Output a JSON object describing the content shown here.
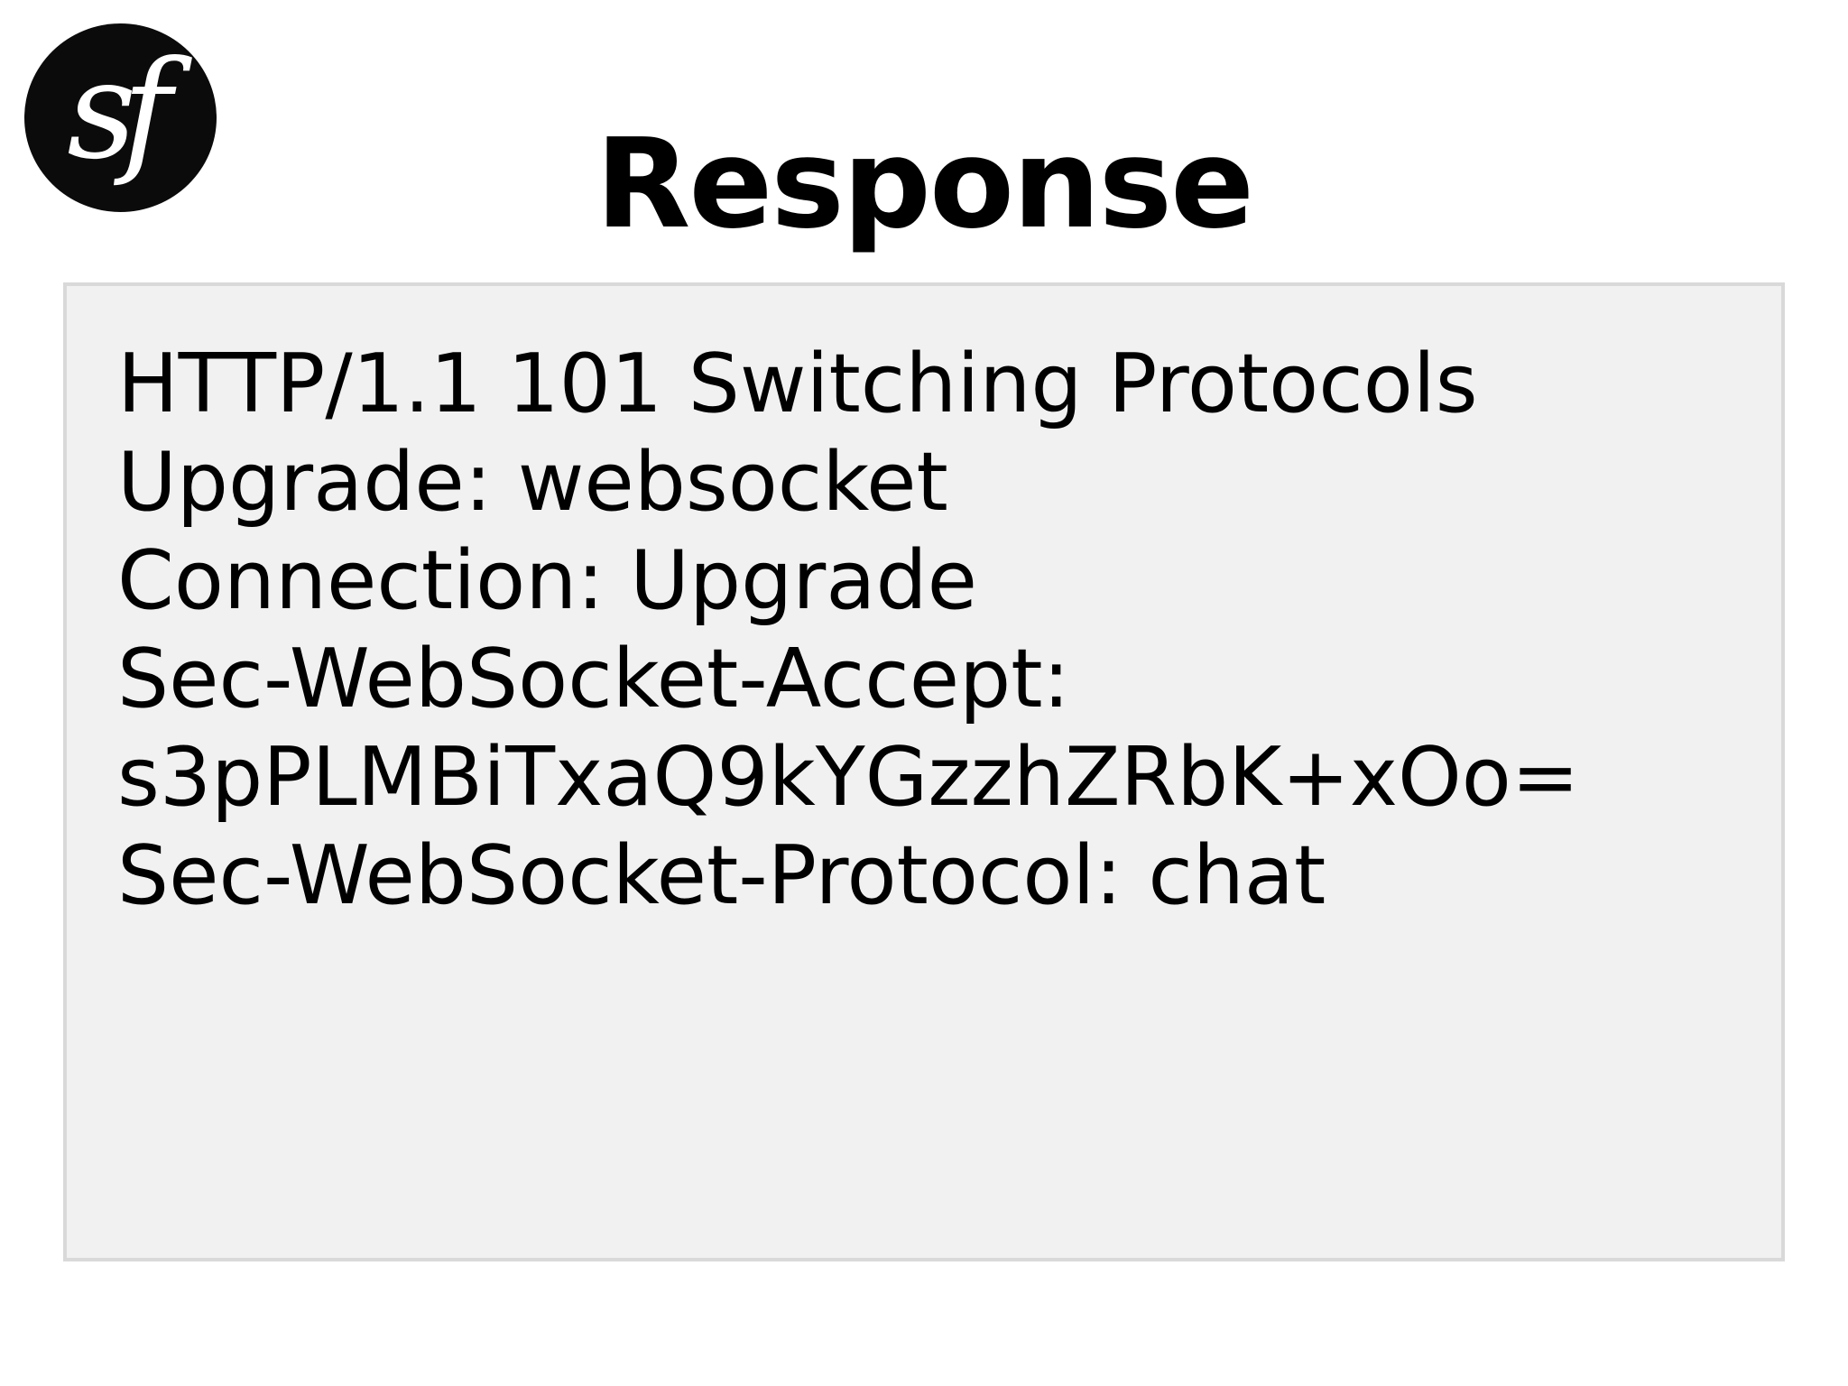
{
  "slide": {
    "title": "Response",
    "logo": {
      "icon": "symfony-logo",
      "lettermark": "sf"
    },
    "code_box": {
      "lines": [
        "HTTP/1.1 101 Switching Protocols",
        "Upgrade: websocket",
        "Connection: Upgrade",
        "Sec-WebSocket-Accept:",
        "s3pPLMBiTxaQ9kYGzzhZRbK+xOo=",
        "Sec-WebSocket-Protocol: chat"
      ]
    },
    "colors": {
      "page-bg": "#ffffff",
      "text": "#000000",
      "box-bg": "#f1f1f1",
      "box-border": "#d9d9d9",
      "logo-bg": "#0b0b0b",
      "logo-fg": "#ffffff"
    }
  }
}
